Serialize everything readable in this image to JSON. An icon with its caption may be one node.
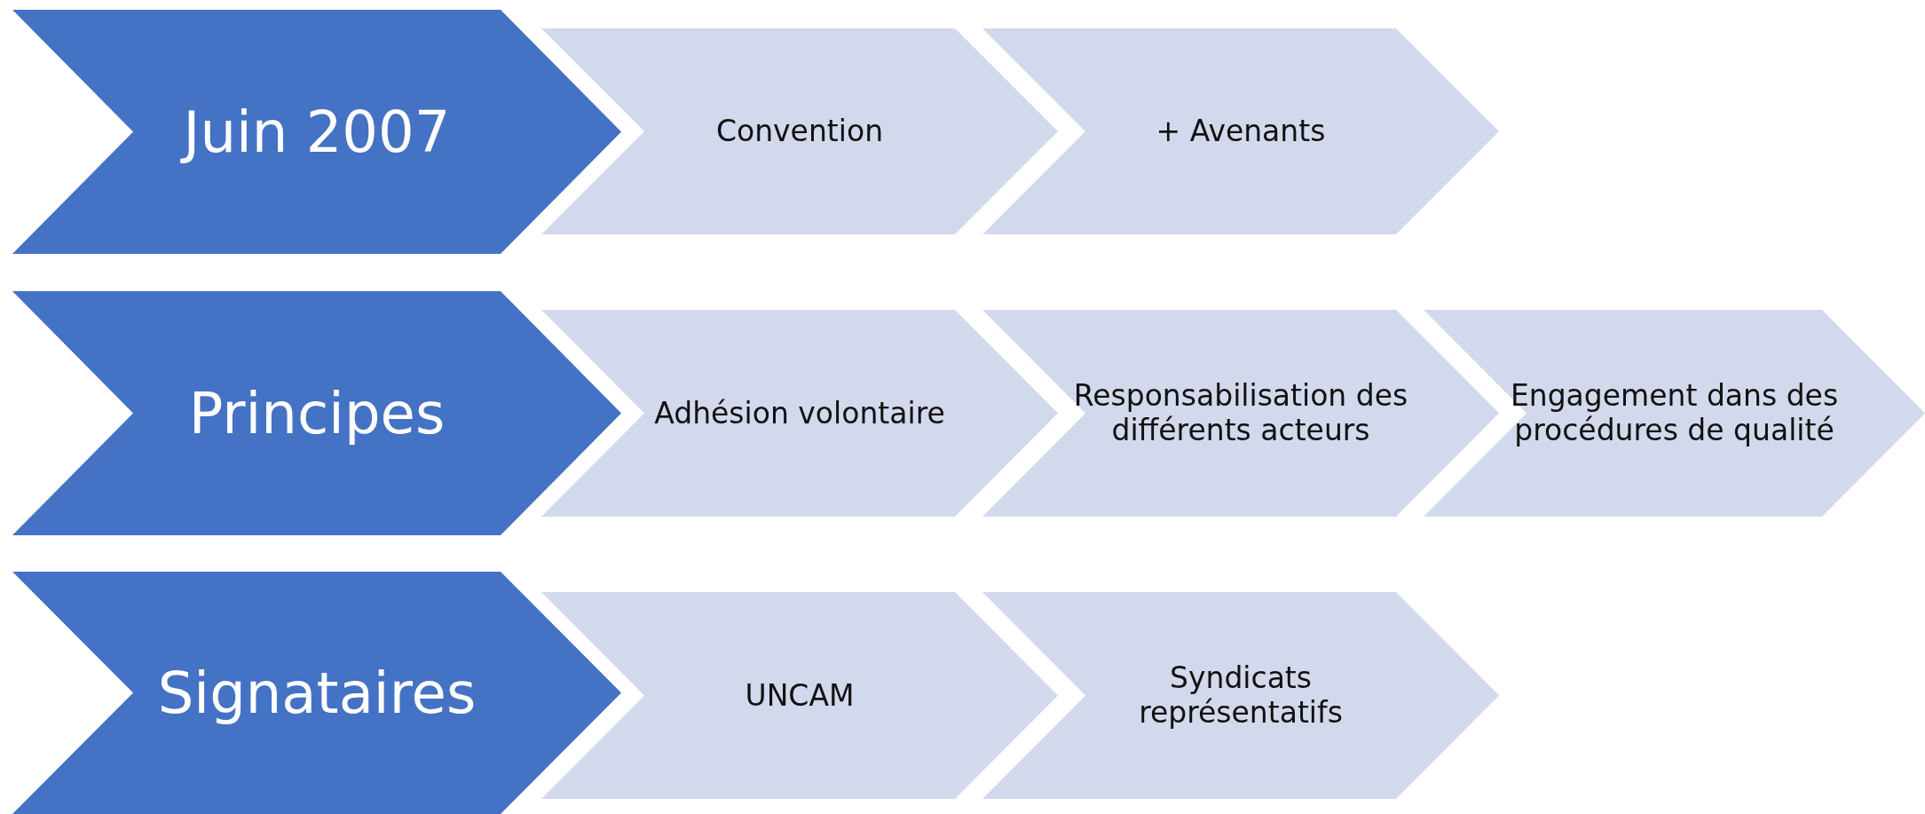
{
  "diagram": {
    "nodes": [
      {
        "text": [
          "Juin 2007"
        ]
      },
      {
        "text": [
          "Convention"
        ]
      },
      {
        "text": [
          "+ Avenants"
        ]
      },
      {
        "text": [
          "Principes"
        ]
      },
      {
        "text": [
          "Adhésion volontaire"
        ]
      },
      {
        "text": [
          "Responsabilisation des différents acteurs"
        ]
      },
      {
        "text": [
          "Engagement dans des procédures de qualité"
        ]
      },
      {
        "text": [
          "Signataires"
        ]
      },
      {
        "text": [
          "UNCAM"
        ]
      },
      {
        "text": [
          "Syndicats représentatifs"
        ]
      }
    ]
  }
}
